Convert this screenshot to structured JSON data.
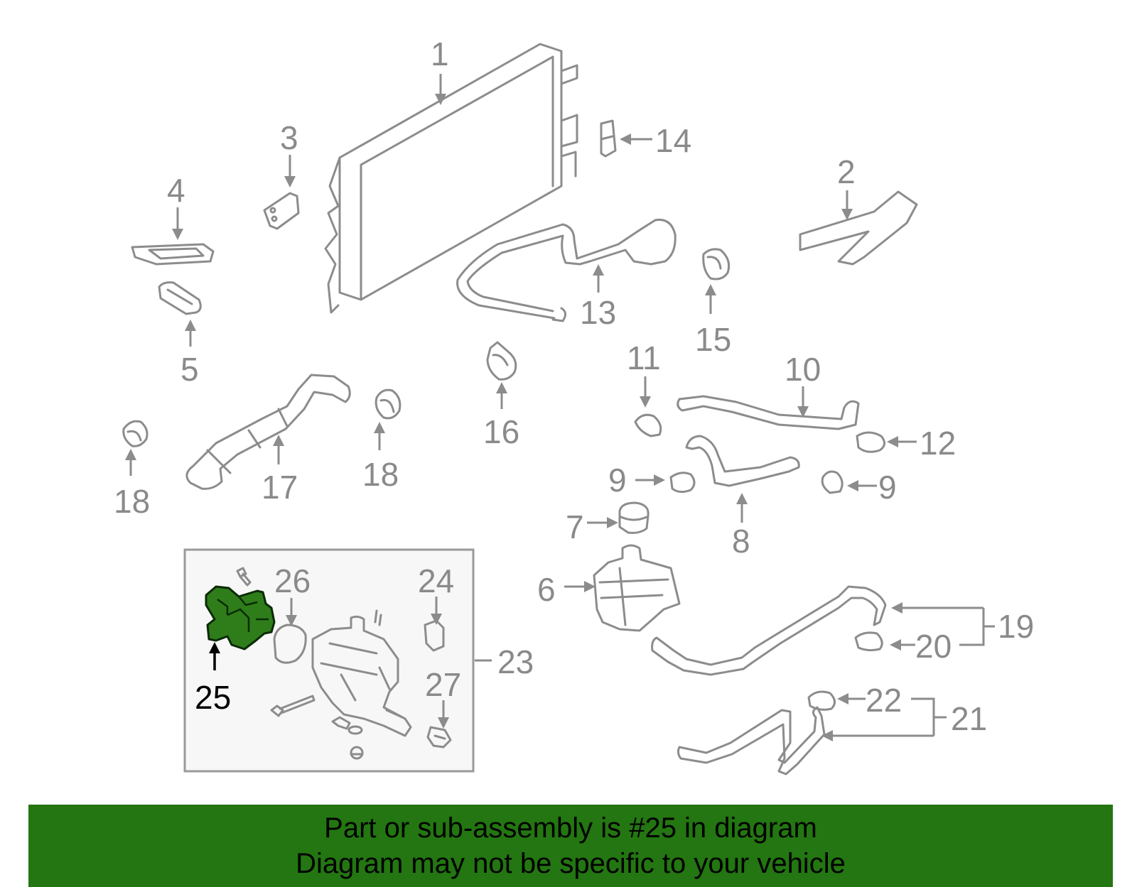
{
  "callouts": {
    "c1": "1",
    "c2": "2",
    "c3": "3",
    "c4": "4",
    "c5": "5",
    "c6": "6",
    "c7": "7",
    "c8": "8",
    "c9": "9",
    "c10": "10",
    "c11": "11",
    "c12": "12",
    "c13": "13",
    "c14": "14",
    "c15": "15",
    "c16": "16",
    "c17": "17",
    "c18": "18",
    "c19": "19",
    "c20": "20",
    "c21": "21",
    "c22": "22",
    "c23": "23",
    "c24": "24",
    "c25": "25",
    "c26": "26",
    "c27": "27"
  },
  "highlighted_part": "25",
  "colors": {
    "highlight_fill": "#2e7d1a",
    "banner_bg": "#237611",
    "line_gray": "#8c8c8c"
  },
  "banner": {
    "line1": "Part or sub-assembly is #25 in diagram",
    "line2": "Diagram may not be specific to your vehicle"
  }
}
